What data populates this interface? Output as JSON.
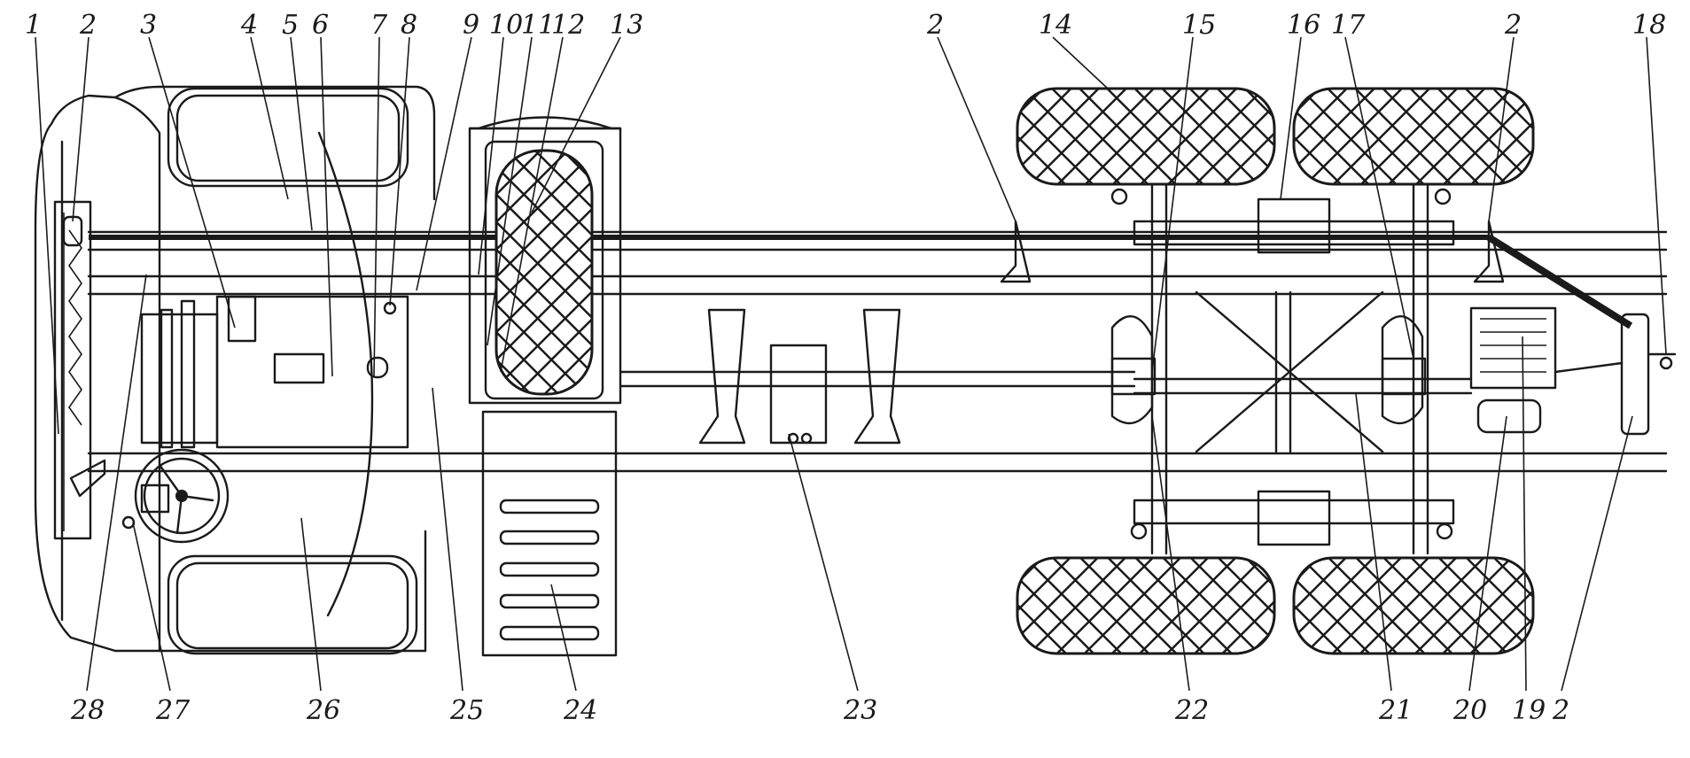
{
  "callouts_top": [
    "1",
    "2",
    "3",
    "4",
    "5",
    "6",
    "7",
    "8",
    "9",
    "10",
    "11",
    "12",
    "13",
    "2",
    "14",
    "15",
    "16",
    "17",
    "2",
    "18"
  ],
  "callouts_bottom": [
    "28",
    "27",
    "26",
    "25",
    "24",
    "23",
    "22",
    "21",
    "20",
    "19",
    "2"
  ],
  "icons": [
    "tread-hatch",
    "steering-wheel",
    "spare-wheel",
    "rear-axle-suspension"
  ]
}
